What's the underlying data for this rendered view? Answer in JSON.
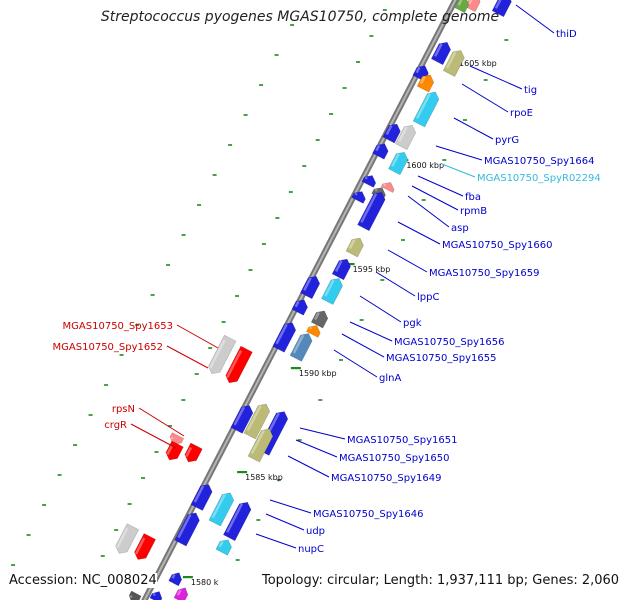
{
  "title": "Streptococcus pyogenes MGAS10750, complete genome",
  "footer": {
    "accession": "Accession: NC_008024",
    "summary": "Topology: circular; Length: 1,937,111 bp; Genes: 2,060"
  },
  "colors": {
    "backbone": "#909090",
    "forward_label": "#0000cc",
    "reverse_label": "#cc0000",
    "rna_label": "#33bbdd",
    "tick": "#1a8a1a"
  },
  "ticks": [
    {
      "label": "1605 kbp"
    },
    {
      "label": "1600 kbp"
    },
    {
      "label": "1595 kbp"
    },
    {
      "label": "1590 kbp"
    },
    {
      "label": "1585 kbp"
    },
    {
      "label": "1580 k"
    }
  ],
  "forward_genes": [
    {
      "name": "thiD",
      "color": "#2222dd"
    },
    {
      "name": "tig",
      "color": "#bbbb77"
    },
    {
      "name": "rpoE",
      "color": "#ff8800"
    },
    {
      "name": "pyrG",
      "color": "#33ccee"
    },
    {
      "name": "MGAS10750_Spy1664",
      "color": "#cccccc"
    },
    {
      "name": "MGAS10750_SpyR02294",
      "color": "#33ccee"
    },
    {
      "name": "fba",
      "color": "#2222dd"
    },
    {
      "name": "rpmB",
      "color": "#ff8888"
    },
    {
      "name": "asp",
      "color": "#666666"
    },
    {
      "name": "MGAS10750_Spy1660",
      "color": "#2222dd"
    },
    {
      "name": "MGAS10750_Spy1659",
      "color": "#bbbb77"
    },
    {
      "name": "lppC",
      "color": "#2222dd"
    },
    {
      "name": "pgk",
      "color": "#33ccee"
    },
    {
      "name": "MGAS10750_Spy1656",
      "color": "#666666"
    },
    {
      "name": "MGAS10750_Spy1655",
      "color": "#ff8800"
    },
    {
      "name": "glnA",
      "color": "#5588bb"
    },
    {
      "name": "MGAS10750_Spy1651",
      "color": "#bbbb77"
    },
    {
      "name": "MGAS10750_Spy1650",
      "color": "#2222dd"
    },
    {
      "name": "MGAS10750_Spy1649",
      "color": "#bbbb77"
    },
    {
      "name": "MGAS10750_Spy1646",
      "color": "#33ccee"
    },
    {
      "name": "udp",
      "color": "#2222dd"
    },
    {
      "name": "nupC",
      "color": "#33ccee"
    }
  ],
  "reverse_genes": [
    {
      "name": "MGAS10750_Spy1653",
      "color": "#cccccc"
    },
    {
      "name": "MGAS10750_Spy1652",
      "color": "#ff0000"
    },
    {
      "name": "rpsN",
      "color": "#ff8888"
    },
    {
      "name": "crgR",
      "color": "#ff0000"
    }
  ]
}
